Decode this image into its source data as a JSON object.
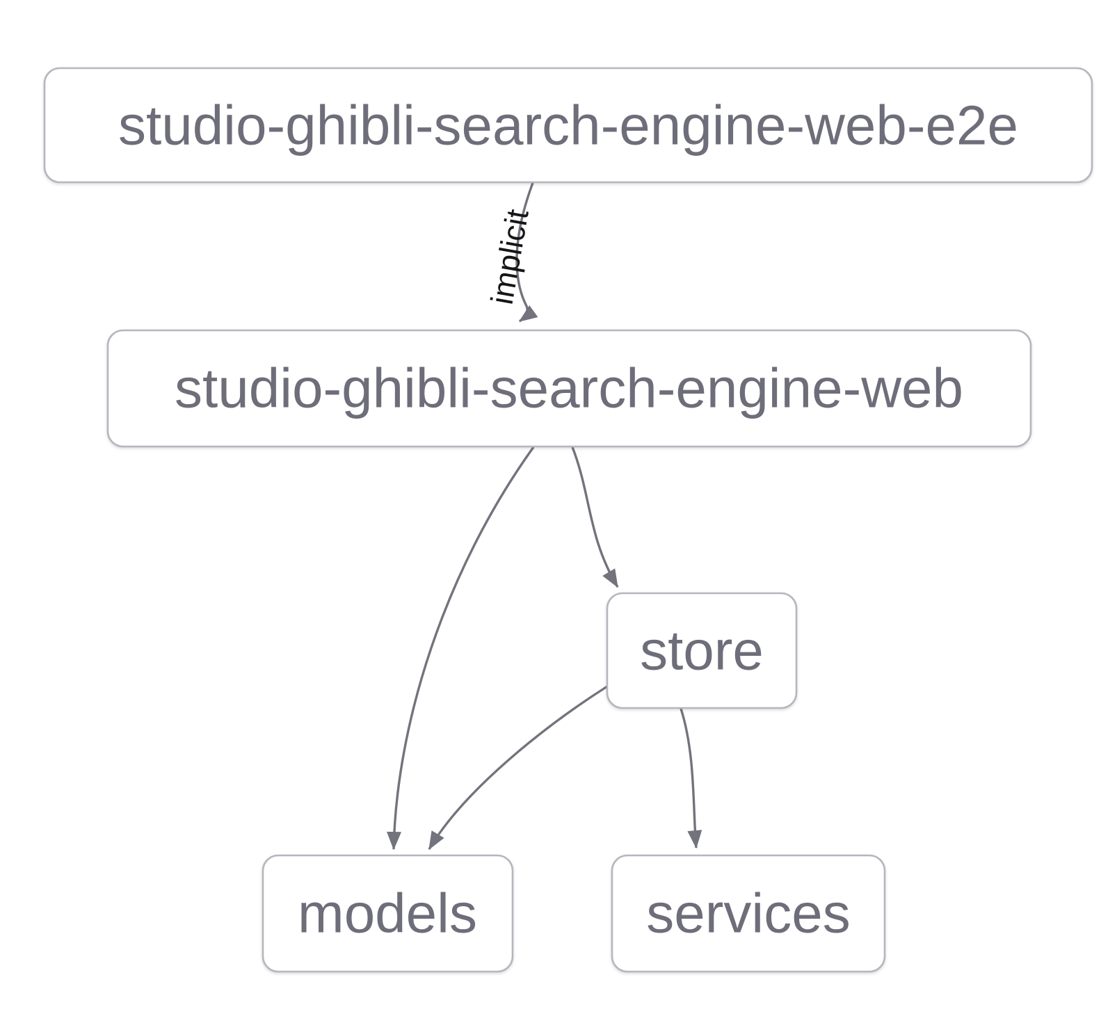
{
  "diagram": {
    "type": "dependency-graph",
    "nodes": [
      {
        "id": "studio-ghibli-search-engine-web-e2e",
        "label": "studio-ghibli-search-engine-web-e2e"
      },
      {
        "id": "studio-ghibli-search-engine-web",
        "label": "studio-ghibli-search-engine-web"
      },
      {
        "id": "store",
        "label": "store"
      },
      {
        "id": "models",
        "label": "models"
      },
      {
        "id": "services",
        "label": "services"
      }
    ],
    "edges": [
      {
        "from": "studio-ghibli-search-engine-web-e2e",
        "to": "studio-ghibli-search-engine-web",
        "label": "implicit"
      },
      {
        "from": "studio-ghibli-search-engine-web",
        "to": "models",
        "label": ""
      },
      {
        "from": "studio-ghibli-search-engine-web",
        "to": "store",
        "label": ""
      },
      {
        "from": "store",
        "to": "models",
        "label": ""
      },
      {
        "from": "store",
        "to": "services",
        "label": ""
      }
    ]
  },
  "colors": {
    "background": "#ffffff",
    "node-fill": "#ffffff",
    "node-border": "#b6b6be",
    "node-text": "#6e6e7a",
    "edge": "#73737d",
    "edge-label": "#161616"
  }
}
